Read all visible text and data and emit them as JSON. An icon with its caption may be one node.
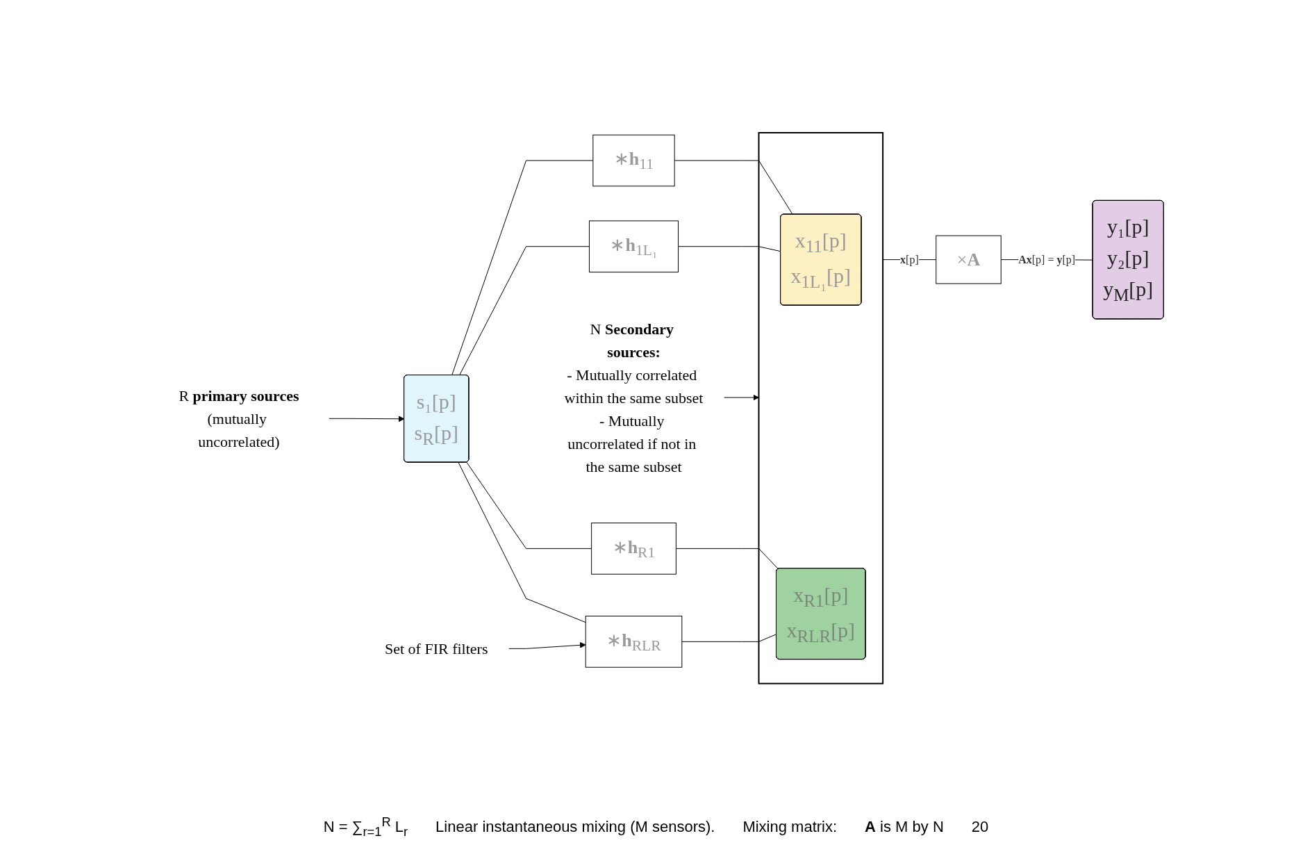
{
  "diagram": {
    "nodes": [
      {
        "text": [
          "s₁[p]",
          "s$_{R}$[p]"
        ]
      },
      {
        "text": [
          "∗**h**$_{11}$"
        ]
      },
      {
        "text": [
          "∗**h**$_{1L₁}$"
        ]
      },
      {
        "text": [
          "∗**h**$_{R1}$"
        ]
      },
      {
        "text": [
          "∗**h**$_{RLR}$"
        ]
      },
      {
        "text": [],
        "shape": "box"
      },
      {
        "text": [
          "x$_{11}$[p]",
          "x$_{1L₁}$[p]"
        ],
        "in": 5
      },
      {
        "text": [
          "x$_{R1}$[p]",
          "x$_{RLR}$[p]"
        ],
        "in": 5
      },
      {
        "text": [
          "×**A**"
        ]
      },
      {
        "text": [
          "y₁[p]",
          "y₂[p]",
          "y$_{M}$[p]"
        ]
      },
      {
        "text": [
          "R **primary sources**",
          "(mutually uncorrelated)"
        ]
      },
      {
        "text": [
          "Set of FIR filters"
        ]
      },
      {
        "text": [
          "N **Secondary sources:**",
          "- Mutually correlated within the same subset",
          "- Mutually uncorrelated if not in the same subset"
        ]
      }
    ],
    "edges": [
      {
        "from": 0,
        "to": 1,
        "arrow": "none"
      },
      {
        "from": 0,
        "to": 2,
        "arrow": "none"
      },
      {
        "from": 0,
        "to": 3,
        "arrow": "none"
      },
      {
        "from": 0,
        "to": 4,
        "arrow": "none"
      },
      {
        "from": 1,
        "to": 6,
        "arrow": "none"
      },
      {
        "from": 2,
        "to": 6,
        "arrow": "none"
      },
      {
        "from": 3,
        "to": 7,
        "arrow": "none"
      },
      {
        "from": 4,
        "to": 7,
        "arrow": "none"
      },
      {
        "from": 5,
        "to": 8,
        "arrow": "none",
        "label": "**x**[p]"
      },
      {
        "from": 8,
        "to": 9,
        "arrow": "none",
        "label": "**Ax**[p] = **y**[p]"
      },
      {
        "from": 10,
        "to": 0,
        "arrow": "to"
      },
      {
        "from": 11,
        "to": 4,
        "arrow": "to"
      },
      {
        "from": 12,
        "to": 5,
        "arrow": "to"
      }
    ],
    "labels": [
      "N = ∑$_{r=1}$$^{R}$ L$_{r}$",
      "Linear instantaneous mixing (M sensors).",
      "Mixing matrix:",
      "**A** is M by N",
      "20"
    ]
  }
}
